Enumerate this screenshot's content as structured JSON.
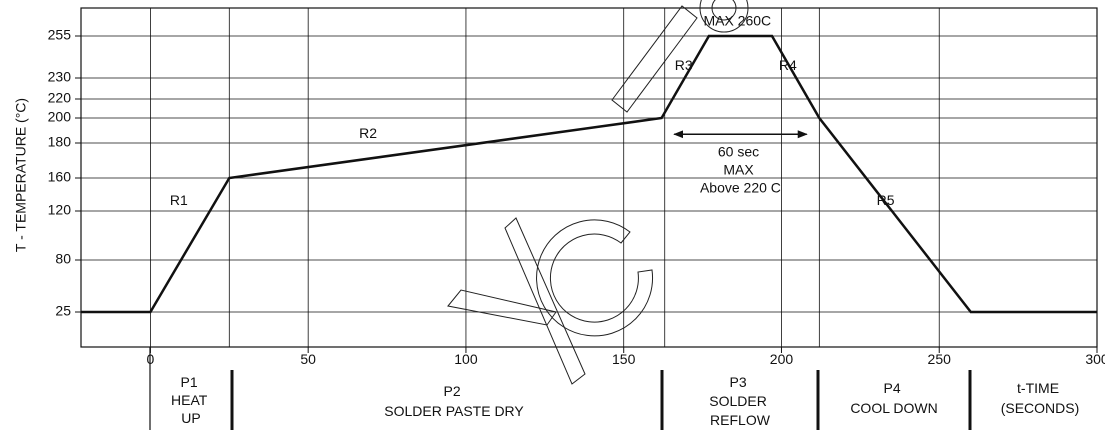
{
  "chart_data": {
    "type": "line",
    "ylabel": "T - TEMPERATURE (°C)",
    "xlim": [
      -22,
      300
    ],
    "y_ticks": [
      25,
      80,
      120,
      160,
      180,
      200,
      220,
      230,
      255
    ],
    "y_tick_labels": [
      "25",
      "80",
      "120",
      "160",
      "180",
      "200",
      "220",
      "230",
      "255"
    ],
    "x_ticks": [
      0,
      50,
      100,
      150,
      200,
      250,
      300
    ],
    "x_tick_labels": [
      "0",
      "50",
      "100",
      "150",
      "200",
      "250",
      "300"
    ],
    "x_grid": [
      0,
      25,
      50,
      100,
      150,
      163,
      200,
      212,
      250
    ],
    "grid": true,
    "series": [
      {
        "color": "#111111",
        "x": [
          -22,
          0,
          25,
          162,
          177,
          197,
          212,
          260,
          300
        ],
        "y": [
          25,
          25,
          160,
          200,
          255,
          255,
          200,
          25,
          25
        ]
      }
    ],
    "annotations": [
      {
        "text": "R1",
        "x": 9,
        "y": 132
      },
      {
        "text": "R2",
        "x": 69,
        "y": 187
      },
      {
        "text": "R3",
        "x": 169,
        "y": 237
      },
      {
        "text": "R4",
        "x": 202,
        "y": 237
      },
      {
        "text": "R5",
        "x": 233,
        "y": 132
      },
      {
        "text": "MAX 260C",
        "x": 186,
        "y": 264
      }
    ],
    "dimension": {
      "x_start": 166,
      "x_end": 208,
      "y": 187,
      "lines": [
        "60 sec",
        "MAX",
        "Above 220 C"
      ]
    },
    "phases": [
      {
        "lines": [
          "P1",
          "HEAT",
          "UP"
        ]
      },
      {
        "lines": [
          "P2",
          "SOLDER PASTE DRY"
        ]
      },
      {
        "lines": [
          "P3",
          "SOLDER",
          "REFLOW"
        ]
      },
      {
        "lines": [
          "P4",
          "COOL DOWN"
        ]
      },
      {
        "lines": [
          "t-TIME",
          "(SECONDS)"
        ]
      }
    ]
  }
}
